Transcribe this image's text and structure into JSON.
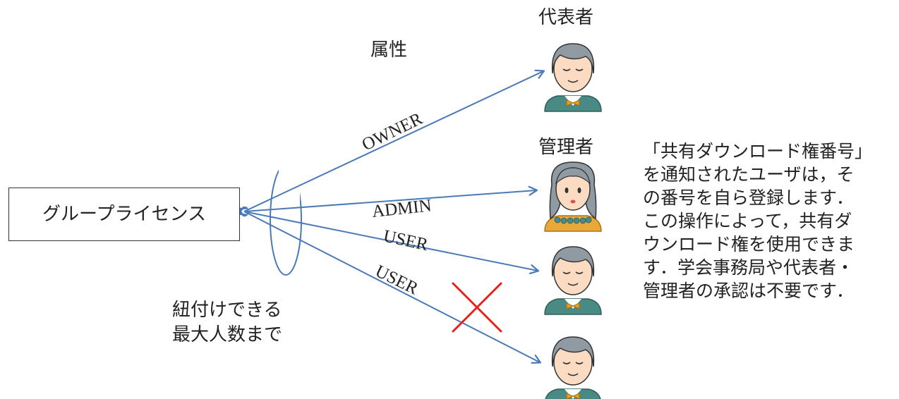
{
  "license_box": {
    "label": "グループライセンス"
  },
  "header": {
    "attribute_label": "属性"
  },
  "roles": {
    "representative": "代表者",
    "manager": "管理者"
  },
  "links": [
    {
      "attribute": "OWNER"
    },
    {
      "attribute": "ADMIN"
    },
    {
      "attribute": "USER"
    },
    {
      "attribute": "USER"
    }
  ],
  "limit_note": {
    "line1": "紐付けできる",
    "line2": "最大人数まで"
  },
  "description": {
    "lines": [
      "「共有ダウンロード権番号」",
      "を通知されたユーザは，そ",
      "の番号を自ら登録します．",
      "この操作によって，共有ダ",
      "ウンロード権を使用できま",
      "す．学会事務局や代表者・",
      "管理者の承認は不要です．"
    ]
  },
  "colors": {
    "arrow": "#4a7ab8",
    "reject_mark": "#e8201c",
    "person_suit": "#4a8a84",
    "person_hair": "#8f9aa3",
    "person_skin": "#fbdcc3",
    "bow_tie": "#e8a020"
  }
}
